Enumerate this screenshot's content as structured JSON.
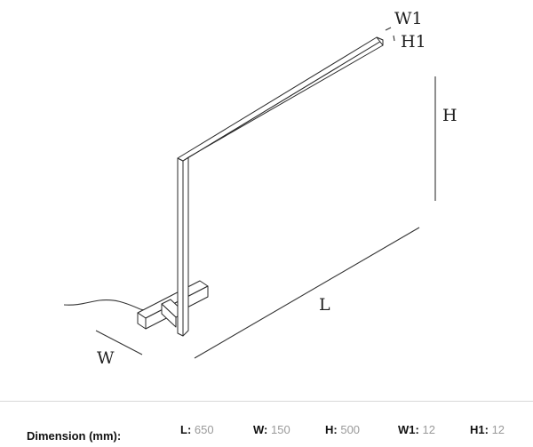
{
  "diagram": {
    "labels": {
      "w1": "W1",
      "h1": "H1",
      "height": "H",
      "length": "L",
      "width": "W"
    }
  },
  "dimensions": {
    "caption": "Dimension (mm):",
    "items": [
      {
        "key": "L:",
        "value": "650"
      },
      {
        "key": "W:",
        "value": "150"
      },
      {
        "key": "H:",
        "value": "500"
      },
      {
        "key": "W1:",
        "value": "12"
      },
      {
        "key": "H1:",
        "value": "12"
      }
    ]
  }
}
